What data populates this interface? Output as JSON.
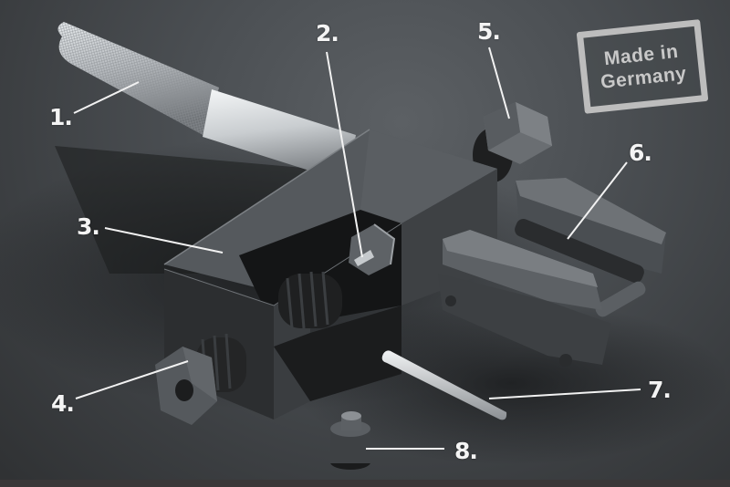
{
  "image": {
    "description": "Chain riveting tool product photo with numbered part callouts",
    "background_color": "#4a4e52",
    "label_color": "#f4f4f4"
  },
  "stamp": {
    "line1": "Made in",
    "line2": "Germany",
    "color": "#c0c0c0"
  },
  "callouts": [
    {
      "number": "1.",
      "part": "knurled-handle"
    },
    {
      "number": "2.",
      "part": "rivet-pin-nut"
    },
    {
      "number": "3.",
      "part": "tool-body"
    },
    {
      "number": "4.",
      "part": "adjusting-nut"
    },
    {
      "number": "5.",
      "part": "hex-cap-nut"
    },
    {
      "number": "6.",
      "part": "chain-holder-jaws"
    },
    {
      "number": "7.",
      "part": "rivet-pin"
    },
    {
      "number": "8.",
      "part": "pressing-die"
    }
  ]
}
